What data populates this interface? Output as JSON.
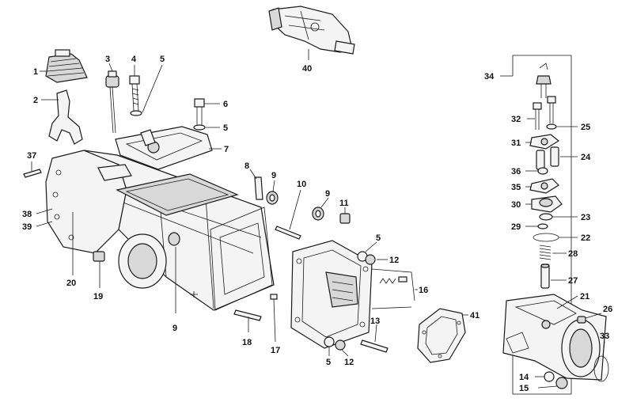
{
  "diagram": {
    "callouts": [
      "1",
      "2",
      "3",
      "4",
      "5",
      "5",
      "5",
      "5",
      "6",
      "7",
      "8",
      "9",
      "9",
      "9",
      "10",
      "11",
      "12",
      "12",
      "13",
      "14",
      "15",
      "16",
      "17",
      "18",
      "19",
      "20",
      "21",
      "22",
      "23",
      "24",
      "25",
      "26",
      "27",
      "28",
      "29",
      "30",
      "31",
      "32",
      "33",
      "34",
      "35",
      "36",
      "37",
      "38",
      "39",
      "40",
      "41"
    ],
    "colors": {
      "line": "#1a1a1a",
      "fill": "#f4f4f4",
      "shade": "#d8d8d8",
      "background": "#ffffff"
    }
  }
}
